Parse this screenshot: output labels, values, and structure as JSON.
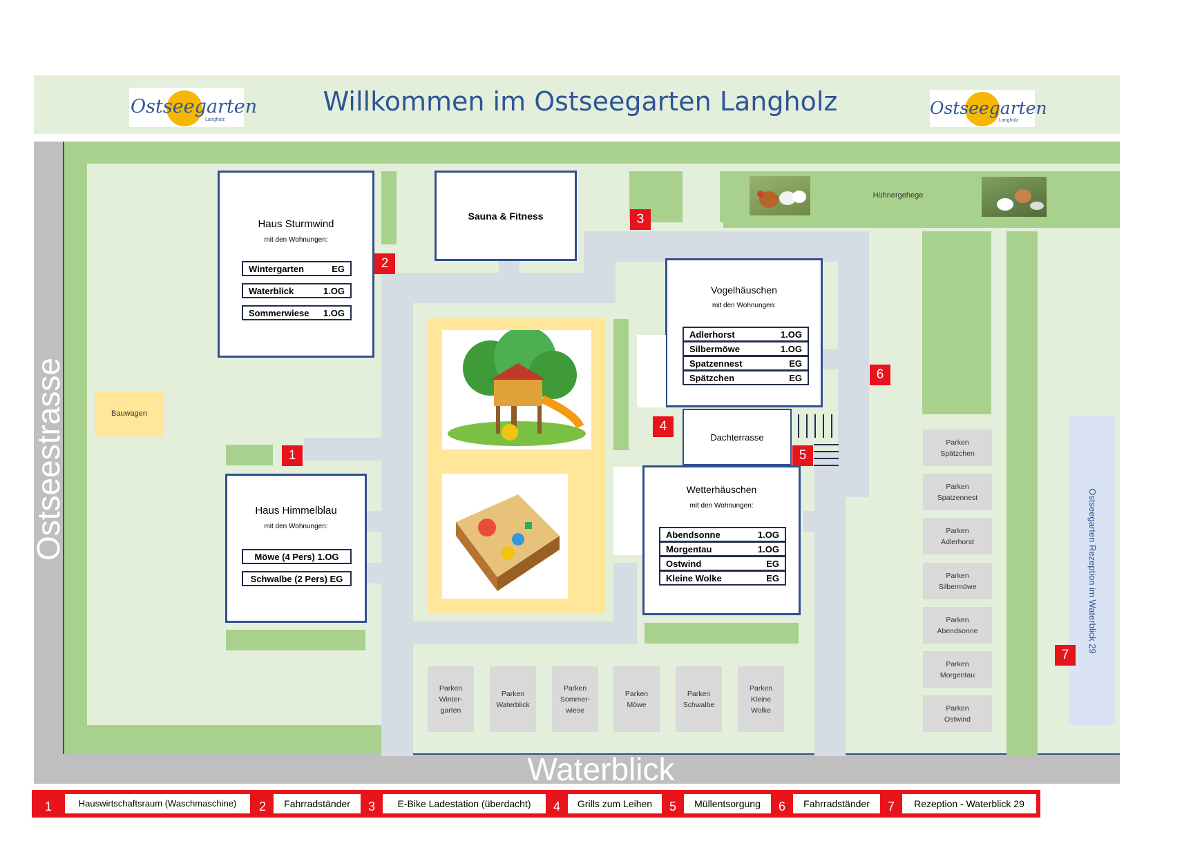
{
  "header": {
    "title": "Willkommen im Ostseegarten Langholz",
    "logo_text": "Ostseegarten",
    "logo_sub": "Langholz"
  },
  "streets": {
    "west": "Ostseestrasse",
    "south": "Waterblick",
    "reception": "Ostseegarten Rezeption im Waterblick 29"
  },
  "buildings": {
    "sturmwind": {
      "name": "Haus Sturmwind",
      "sub": "mit den Wohnungen:",
      "apartments": [
        {
          "name": "Wintergarten",
          "floor": "EG"
        },
        {
          "name": "Waterblick",
          "floor": "1.OG"
        },
        {
          "name": "Sommerwiese",
          "floor": "1.OG"
        }
      ]
    },
    "himmelblau": {
      "name": "Haus Himmelblau",
      "sub": "mit den Wohnungen:",
      "apartments": [
        {
          "label": "Möwe (4 Pers) 1.OG"
        },
        {
          "label": "Schwalbe (2 Pers) EG"
        }
      ]
    },
    "sauna": "Sauna & Fitness",
    "vogel": {
      "name": "Vogelhäuschen",
      "sub": "mit den Wohnungen:",
      "apartments": [
        {
          "name": "Adlerhorst",
          "floor": "1.OG"
        },
        {
          "name": "Silbermöwe",
          "floor": "1.OG"
        },
        {
          "name": "Spatzennest",
          "floor": "EG"
        },
        {
          "name": "Spätzchen",
          "floor": "EG"
        }
      ]
    },
    "wetter": {
      "name": "Wetterhäuschen",
      "sub": "mit den Wohnungen:",
      "apartments": [
        {
          "name": "Abendsonne",
          "floor": "1.OG"
        },
        {
          "name": "Morgentau",
          "floor": "1.OG"
        },
        {
          "name": "Ostwind",
          "floor": "EG"
        },
        {
          "name": "Kleine Wolke",
          "floor": "EG"
        }
      ]
    },
    "dachterrasse": "Dachterrasse",
    "bauwagen": "Bauwagen",
    "huehner": "Hühnergehege"
  },
  "parking_bottom": [
    "Parken\nWinter-\ngarten",
    "Parken\nWaterblick",
    "Parken\nSommer-\nwiese",
    "Parken\nMöwe",
    "Parken\nSchwalbe",
    "Parken\nKleine\nWolke"
  ],
  "parking_right": [
    "Parken\nSpätzchen",
    "Parken\nSpatzennest",
    "Parken\nAdlerhorst",
    "Parken\nSilbermöwe",
    "Parken\nAbendsonne",
    "Parken\nMorgentau",
    "Parken\nOstwind"
  ],
  "markers": [
    "1",
    "2",
    "3",
    "4",
    "5",
    "6",
    "7"
  ],
  "legend": [
    {
      "num": "1",
      "label": "Hauswirtschaftsraum (Waschmaschine)"
    },
    {
      "num": "2",
      "label": "Fahrradständer"
    },
    {
      "num": "3",
      "label": "E-Bike Ladestation (überdacht)"
    },
    {
      "num": "4",
      "label": "Grills zum Leihen"
    },
    {
      "num": "5",
      "label": "Müllentsorgung"
    },
    {
      "num": "6",
      "label": "Fahrradständer"
    },
    {
      "num": "7",
      "label": "Rezeption - Waterblick 29"
    }
  ],
  "colors": {
    "marker": "#e8141b",
    "title": "#2f5597",
    "house_border": "#2f4f8f"
  }
}
